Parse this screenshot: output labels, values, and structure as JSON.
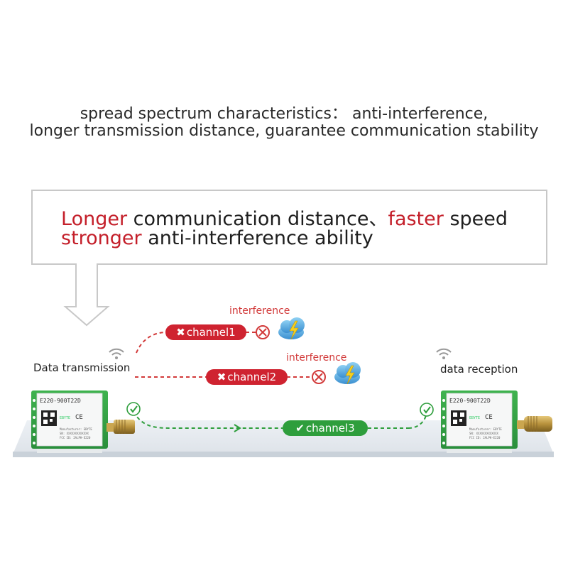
{
  "header": {
    "line1": "spread spectrum characteristics： anti-interference,",
    "line2": "longer transmission distance, guarantee communication stability"
  },
  "callout": {
    "line1": [
      {
        "text": "Longer",
        "color": "#c41f2a"
      },
      {
        "text": " communication distance、",
        "color": "#1e1e1e"
      },
      {
        "text": "faster",
        "color": "#c41f2a"
      },
      {
        "text": " speed",
        "color": "#1e1e1e"
      }
    ],
    "line2": [
      {
        "text": "stronger",
        "color": "#c41f2a"
      },
      {
        "text": " anti-interference ability",
        "color": "#1e1e1e"
      }
    ]
  },
  "labels": {
    "transmit": "Data transmission",
    "receive": "data reception",
    "interference1": "interference",
    "interference2": "interference"
  },
  "channels": [
    {
      "label": "channel1",
      "mark": "✖",
      "status": "blocked",
      "color": "#cf2330"
    },
    {
      "label": "channel2",
      "mark": "✖",
      "status": "blocked",
      "color": "#cf2330"
    },
    {
      "label": "channel3",
      "mark": "✔",
      "status": "ok",
      "color": "#2e9e3c"
    }
  ],
  "module": {
    "model": "E220-900T22D",
    "brand": "EBYTE",
    "mark": "CE",
    "manufacturer": "Manufacturer: EBYTE",
    "serial": "SN: XXXXXXXXXXXXX",
    "fcc": "FCC ID: 2ALPH-E220"
  },
  "icons": [
    "wifi-icon",
    "check-circle-icon",
    "blocked-circle-icon",
    "storm-cloud-icon",
    "antenna-icon",
    "down-arrow-icon"
  ]
}
